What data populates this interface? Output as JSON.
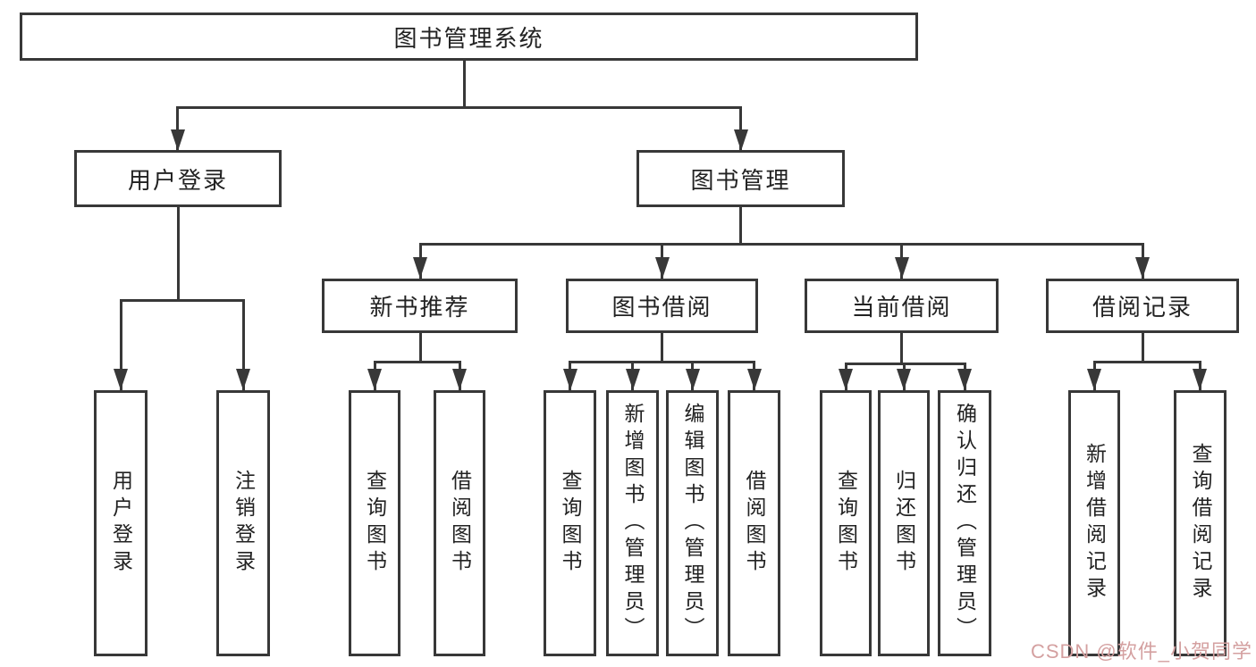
{
  "diagram": {
    "title_node": {
      "label": "图书管理系统"
    },
    "level2": [
      {
        "id": "user-login",
        "label": "用户登录"
      },
      {
        "id": "book-management",
        "label": "图书管理"
      }
    ],
    "level3": [
      {
        "id": "new-book-recommend",
        "label": "新书推荐"
      },
      {
        "id": "book-borrow",
        "label": "图书借阅"
      },
      {
        "id": "current-borrow",
        "label": "当前借阅"
      },
      {
        "id": "borrow-records",
        "label": "借阅记录"
      }
    ],
    "leaves": {
      "user_login": [
        {
          "label": "用户登录"
        },
        {
          "label": "注销登录"
        }
      ],
      "new_books": [
        {
          "label": "查询图书"
        },
        {
          "label": "借阅图书"
        }
      ],
      "book_borrow": [
        {
          "label": "查询图书"
        },
        {
          "label": "新增图书（管理员）"
        },
        {
          "label": "编辑图书（管理员）"
        },
        {
          "label": "借阅图书"
        }
      ],
      "current_borrow": [
        {
          "label": "查询图书"
        },
        {
          "label": "归还图书"
        },
        {
          "label": "确认归还（管理员）"
        }
      ],
      "borrow_records": [
        {
          "label": "新增借阅记录"
        },
        {
          "label": "查询借阅记录"
        }
      ]
    },
    "watermark": "CSDN @软件_小贺同学",
    "colors": {
      "line": "#383838",
      "box_background": "#ffffff",
      "text": "#222222",
      "watermark": "#d4a0a0"
    }
  }
}
